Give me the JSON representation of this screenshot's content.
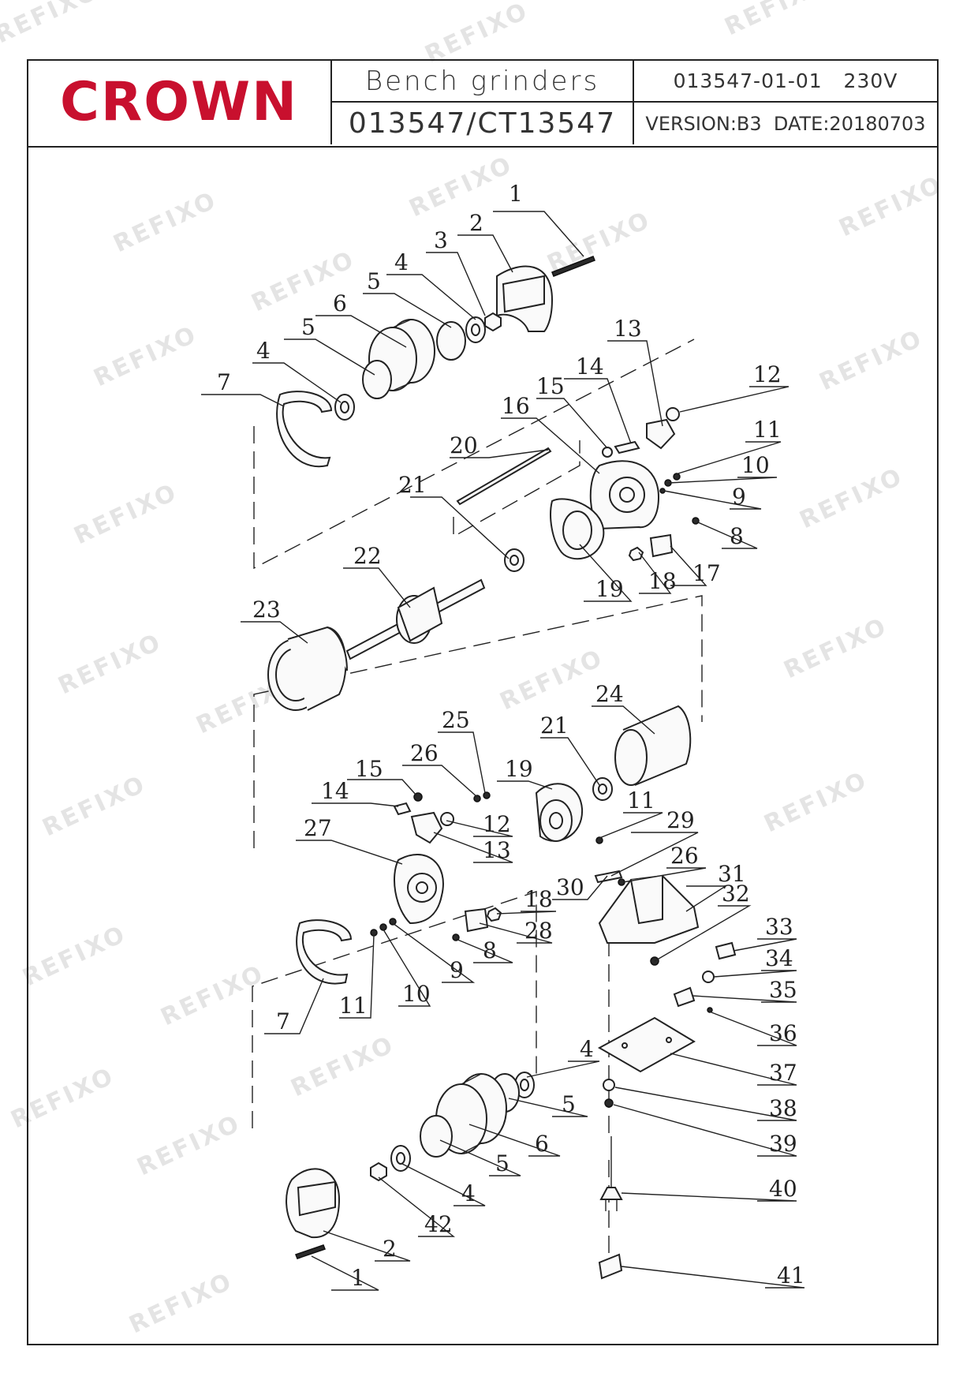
{
  "brand": {
    "name": "CROWN",
    "color": "#c8102e"
  },
  "title_block": {
    "product": "Bench grinders",
    "model": "013547/CT13547",
    "drawing_code": "013547-01-01   230V",
    "version_date": "VERSION:B3  DATE:20180703"
  },
  "watermark": {
    "text": "REFIXO",
    "color": "#e4e4e4"
  },
  "part_labels": [
    "1",
    "2",
    "3",
    "4",
    "5",
    "6",
    "5",
    "4",
    "7",
    "13",
    "14",
    "15",
    "16",
    "12",
    "11",
    "10",
    "9",
    "8",
    "20",
    "21",
    "19",
    "17",
    "18",
    "22",
    "23",
    "24",
    "25",
    "21",
    "26",
    "15",
    "19",
    "14",
    "11",
    "29",
    "12",
    "27",
    "13",
    "26",
    "31",
    "30",
    "18",
    "32",
    "33",
    "28",
    "8",
    "34",
    "9",
    "35",
    "10",
    "11",
    "7",
    "36",
    "37",
    "4",
    "38",
    "5",
    "6",
    "39",
    "5",
    "4",
    "40",
    "42",
    "2",
    "1",
    "41"
  ]
}
